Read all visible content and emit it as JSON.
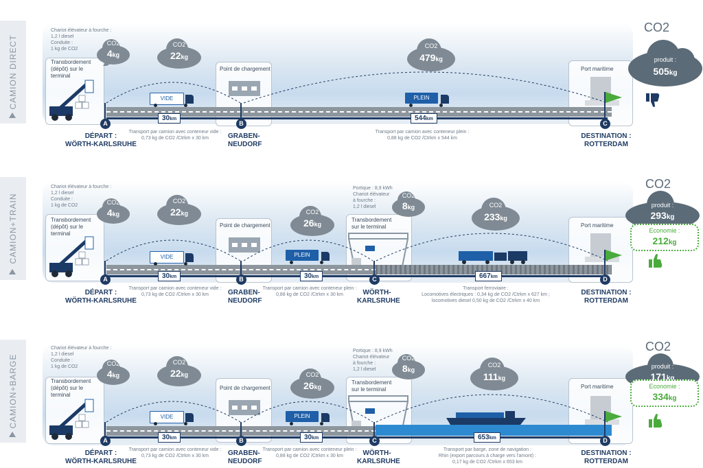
{
  "colors": {
    "navy": "#1f3b63",
    "truck": "#1e5fa8",
    "grey_cloud": "#7f8a94",
    "dark_cloud": "#5b6b78",
    "green": "#4aab3c",
    "water": "#2e8ad0"
  },
  "common": {
    "co2": "CO2",
    "terminal_box": [
      "Transbordement",
      "(dépôt) sur le",
      "terminal"
    ],
    "forklift_note": [
      "Chariot élévateur à fourche :",
      "1,2 l diesel",
      "Conduite :",
      "1 kg de CO2"
    ],
    "loading_point": "Point de chargement",
    "port": "Port maritime",
    "terminal2_box": [
      "Transbordement",
      "sur le terminal"
    ],
    "portique_note": [
      "Portique : 8,9 kWh",
      "Chariot élévateur",
      "à fourche :",
      "1,2 l diesel"
    ],
    "depart": [
      "DÉPART :",
      "WÖRTH-KARLSRUHE"
    ],
    "graben": [
      "GRABEN-",
      "NEUDORF"
    ],
    "worth": [
      "WÖRTH-",
      "KARLSRUHE"
    ],
    "dest": [
      "DESTINATION :",
      "ROTTERDAM"
    ],
    "vide": "VIDE",
    "plein": "PLEIN",
    "km": "km",
    "kg": "kg",
    "note_empty": [
      "Transport par camion avec conteneur vide :",
      "0,73 kg de CO2 /Ctrkm x 30 km"
    ],
    "note_full30": [
      "Transport par camion avec conteneur plein :",
      "0,88 kg de CO2 /Ctrkm x 30 km"
    ],
    "sum_title": "CO2",
    "produced_label": "produit :",
    "saving_label": "Economie :"
  },
  "panels": [
    {
      "label": "CAMION DIRECT",
      "markers": [
        "A",
        "B",
        "C"
      ],
      "clouds": [
        "4",
        "22",
        "479"
      ],
      "legs_km": [
        "30",
        "544"
      ],
      "note_full": [
        "Transport par camion avec conteneur plein :",
        "0,88 kg de CO2 /Ctrkm x 544 km"
      ],
      "produced": "505",
      "saving": "",
      "thumb": "down"
    },
    {
      "label": "CAMION+TRAIN",
      "markers": [
        "A",
        "B",
        "C",
        "D"
      ],
      "clouds": [
        "4",
        "22",
        "26",
        "8",
        "233"
      ],
      "legs_km": [
        "30",
        "30",
        "667"
      ],
      "note_mode": [
        "Transport ferroviaire :",
        "Locomotives électriques : 0,34 kg de CO2 /Ctrkm x 627 km ;",
        "locomotives diesel 0,50 kg de CO2 /Ctrkm x 40 km"
      ],
      "produced": "293",
      "saving": "212",
      "thumb": "up"
    },
    {
      "label": "CAMION+BARGE",
      "markers": [
        "A",
        "B",
        "C",
        "D"
      ],
      "clouds": [
        "4",
        "22",
        "26",
        "8",
        "111"
      ],
      "legs_km": [
        "30",
        "30",
        "653"
      ],
      "note_mode": [
        "Transport par barge, zone de navigation :",
        "Rhin (export parcours à charge vers l'amont) :",
        "0,17 kg de CO2 /Ctrkm x 653 km"
      ],
      "produced": "171",
      "saving": "334",
      "thumb": "up"
    }
  ]
}
